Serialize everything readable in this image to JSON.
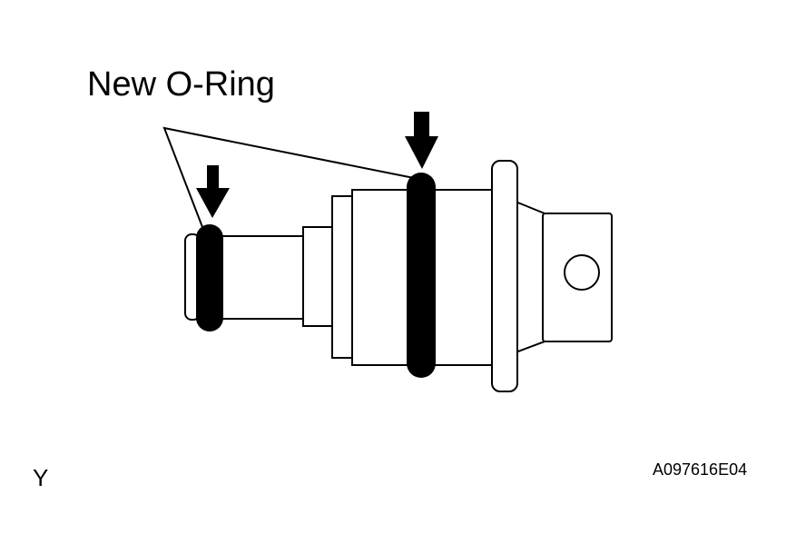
{
  "callout_label": "New O-Ring",
  "corner_mark": "Y",
  "figure_code": "A097616E04",
  "colors": {
    "line": "#000000",
    "background": "#ffffff",
    "o_ring": "#000000"
  }
}
